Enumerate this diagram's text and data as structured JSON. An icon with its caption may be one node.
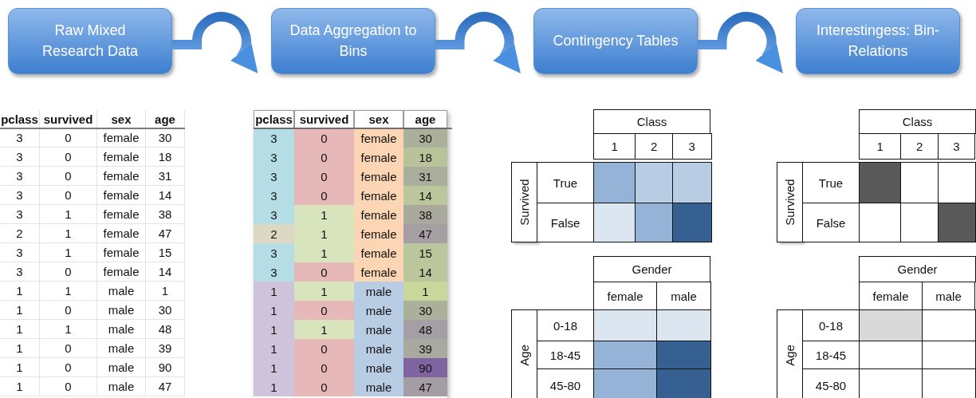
{
  "diagram": {
    "nodes": [
      {
        "text": [
          "Raw Mixed Research Data"
        ]
      },
      {
        "text": [
          "Data Aggregation to Bins"
        ]
      },
      {
        "text": [
          "Contingency Tables"
        ]
      },
      {
        "text": [
          "Interestingess: Bin-Relations"
        ]
      }
    ],
    "edges": [
      {
        "from": 0,
        "to": 1,
        "arrow": "to"
      },
      {
        "from": 1,
        "to": 2,
        "arrow": "to"
      },
      {
        "from": 2,
        "to": 3,
        "arrow": "to"
      }
    ],
    "labels": [
      "pclass",
      "survived",
      "sex",
      "age",
      "3",
      "0",
      "female",
      "30",
      "3",
      "0",
      "female",
      "18",
      "3",
      "0",
      "female",
      "31",
      "3",
      "0",
      "female",
      "14",
      "3",
      "1",
      "female",
      "38",
      "2",
      "1",
      "female",
      "47",
      "3",
      "1",
      "female",
      "15",
      "3",
      "0",
      "female",
      "14",
      "1",
      "1",
      "male",
      "1",
      "1",
      "0",
      "male",
      "30",
      "1",
      "1",
      "male",
      "48",
      "1",
      "0",
      "male",
      "39",
      "1",
      "0",
      "male",
      "90",
      "1",
      "0",
      "male",
      "47",
      "pclass",
      "survived",
      "sex",
      "age",
      "3",
      "0",
      "female",
      "30",
      "3",
      "0",
      "female",
      "18",
      "3",
      "0",
      "female",
      "31",
      "3",
      "0",
      "female",
      "14",
      "3",
      "1",
      "female",
      "38",
      "2",
      "1",
      "female",
      "47",
      "3",
      "1",
      "female",
      "15",
      "3",
      "0",
      "female",
      "14",
      "1",
      "1",
      "male",
      "1",
      "1",
      "0",
      "male",
      "30",
      "1",
      "1",
      "male",
      "48",
      "1",
      "0",
      "male",
      "39",
      "1",
      "0",
      "male",
      "90",
      "1",
      "0",
      "male",
      "47",
      "Class",
      "1",
      "2",
      "3",
      "Survived",
      "True",
      "False",
      "Class",
      "1",
      "2",
      "3",
      "Survived",
      "True",
      "False",
      "Gender",
      "female",
      "male",
      "Age",
      "0-18",
      "18-45",
      "45-80",
      "Gender",
      "female",
      "male",
      "Age",
      "0-18",
      "18-45",
      "45-80"
    ]
  }
}
